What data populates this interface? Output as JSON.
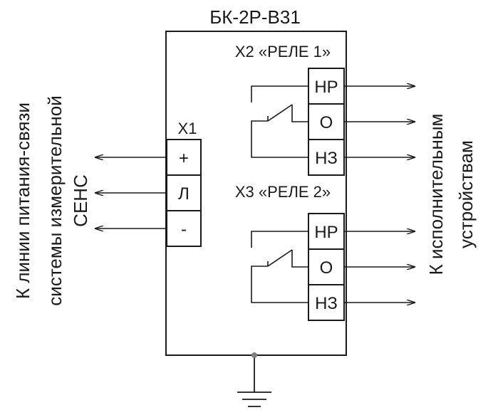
{
  "title": "БК-2Р-В31",
  "x1": {
    "label": "X1",
    "terminals": [
      "+",
      "Л",
      "-"
    ]
  },
  "x2": {
    "label": "X2 «РЕЛЕ 1»",
    "terminals": [
      "НР",
      "О",
      "НЗ"
    ]
  },
  "x3": {
    "label": "X3 «РЕЛЕ 2»",
    "terminals": [
      "НР",
      "О",
      "НЗ"
    ]
  },
  "left_caption": [
    "К линии питания-связи",
    "системы измерительной",
    "СЕНС"
  ],
  "right_caption": [
    "К исполнительным",
    "устройствам"
  ],
  "colors": {
    "line": "#1a1a1a",
    "node": "#808080"
  }
}
